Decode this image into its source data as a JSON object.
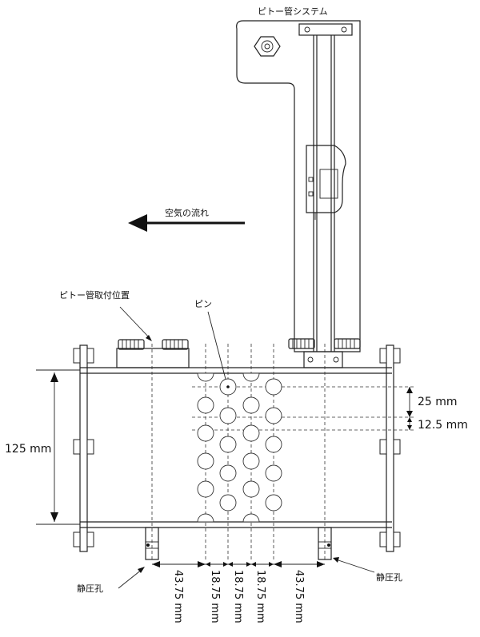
{
  "labels": {
    "pitot_system": "ピトー管システム",
    "airflow": "空気の流れ",
    "pitot_mount_position": "ピトー管取付位置",
    "pin": "ピン",
    "static_hole_left": "静圧孔",
    "static_hole_right": "静圧孔"
  },
  "dimensions": {
    "height_125": "125 mm",
    "pin_spacing_25": "25 mm",
    "pin_offset_12_5": "12.5 mm",
    "bottom_43_75_left": "43.75 mm",
    "bottom_18_75_a": "18.75 mm",
    "bottom_18_75_b": "18.75 mm",
    "bottom_18_75_c": "18.75 mm",
    "bottom_43_75_right": "43.75 mm"
  },
  "colors": {
    "line": "#222222",
    "background": "#ffffff"
  }
}
